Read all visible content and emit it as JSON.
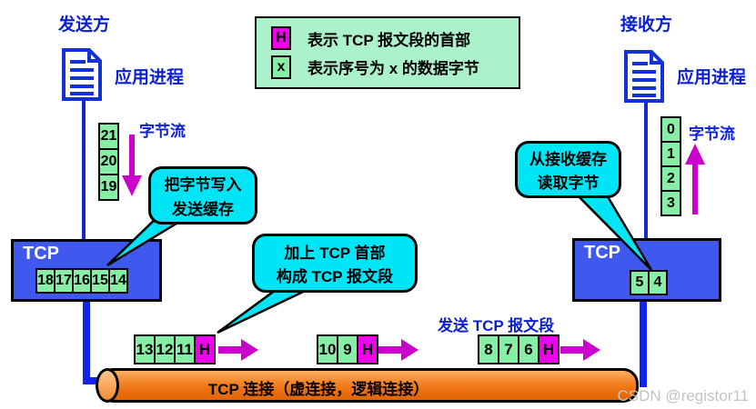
{
  "legend": {
    "h_symbol": "H",
    "h_text": "表示 TCP 报文段的首部",
    "x_symbol": "x",
    "x_text": "表示序号为 x 的数据字节"
  },
  "sender": {
    "title": "发送方",
    "process_label": "应用进程",
    "stream_label": "字节流",
    "stream_bytes": [
      "21",
      "20",
      "19"
    ],
    "tcp_label": "TCP",
    "buffer_bytes": [
      "18",
      "17",
      "16",
      "15",
      "14"
    ],
    "callout_line1": "把字节写入",
    "callout_line2": "发送缓存"
  },
  "receiver": {
    "title": "接收方",
    "process_label": "应用进程",
    "stream_label": "字节流",
    "stream_bytes": [
      "0",
      "1",
      "2",
      "3"
    ],
    "tcp_label": "TCP",
    "buffer_bytes": [
      "5",
      "4"
    ],
    "callout_line1": "从接收缓存",
    "callout_line2": "读取字节"
  },
  "middle": {
    "callout_line1": "加上 TCP 首部",
    "callout_line2": "构成 TCP 报文段",
    "send_label": "发送 TCP 报文段",
    "segments": [
      {
        "cells": [
          "13",
          "12",
          "11"
        ],
        "header": "H"
      },
      {
        "cells": [
          "10",
          "9"
        ],
        "header": "H"
      },
      {
        "cells": [
          "8",
          "7",
          "6"
        ],
        "header": "H"
      }
    ]
  },
  "pipe": {
    "label": "TCP 连接（虚连接，逻辑连接）"
  },
  "watermark": "CSDN @registor11",
  "colors": {
    "blue_text": "#0a1ed2",
    "blue_line": "#1424ee",
    "tcp_box": "#3f58ee",
    "cell_green": "#87eea6",
    "legend_bg": "#abf2cb",
    "magenta": "#ee00ee",
    "arrow_magenta": "#cc00cc",
    "callout_cyan": "#00e5f5",
    "pipe_orange": "#ef7413"
  }
}
